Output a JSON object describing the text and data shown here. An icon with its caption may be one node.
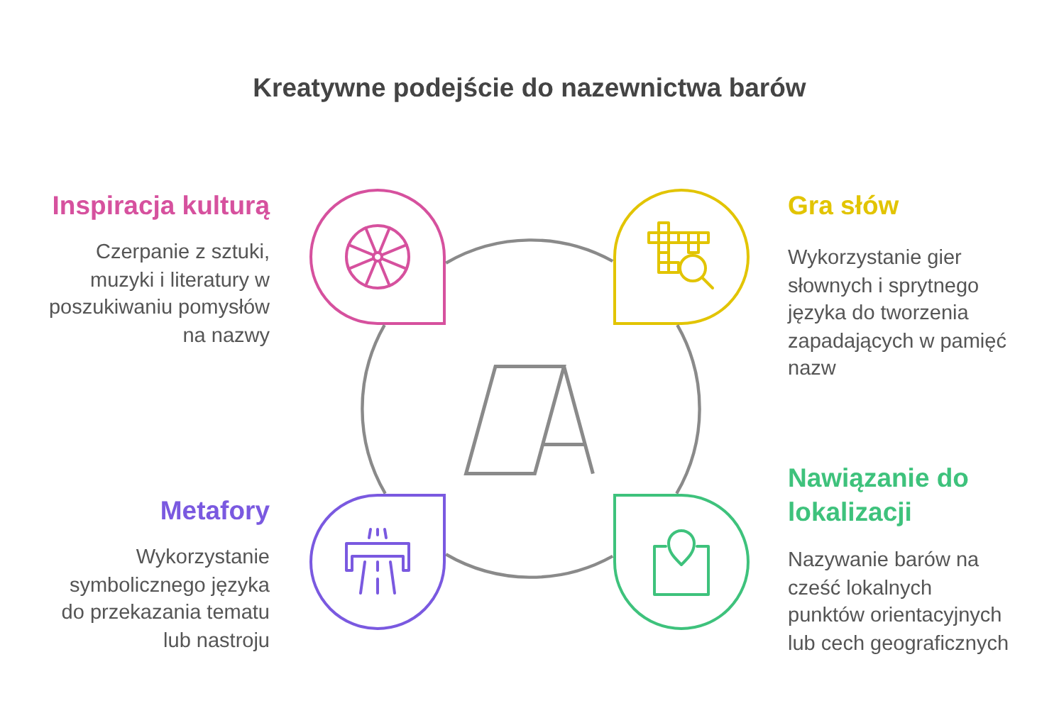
{
  "diagram": {
    "title": "Kreatywne podejście do nazewnictwa barów",
    "nodes": [
      {
        "text": [],
        "shape": "teardrop",
        "beside": [
          "Inspiracja kulturą",
          "Czerpanie z sztuki, muzyki i literatury w poszukiwaniu pomysłów na nazwy"
        ]
      },
      {
        "text": [],
        "shape": "teardrop",
        "beside": [
          "Gra słów",
          "Wykorzystanie gier słownych i sprytnego języka do tworzenia zapadających w pamięć nazw"
        ]
      },
      {
        "text": [],
        "shape": "circle"
      },
      {
        "text": [],
        "shape": "teardrop",
        "beside": [
          "Metafory",
          "Wykorzystanie symbolicznego języka do przekazania tematu lub nastroju"
        ]
      },
      {
        "text": [],
        "shape": "teardrop",
        "beside": [
          "Nawiązanie do lokalizacji",
          "Nazywanie barów na cześć lokalnych punktów orientacyjnych lub cech geograficznych"
        ]
      }
    ]
  }
}
